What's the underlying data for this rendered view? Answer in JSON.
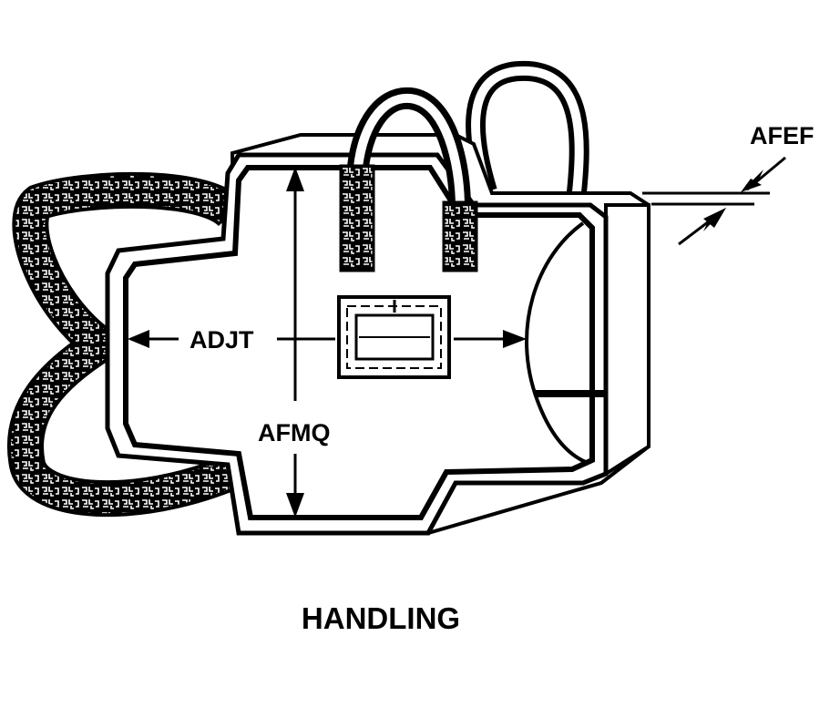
{
  "figure": {
    "caption": "HANDLING",
    "labels": {
      "width": "ADJT",
      "height": "AFMQ",
      "thickness": "AFEF"
    }
  },
  "colors": {
    "ink": "#000000",
    "paper": "#ffffff"
  }
}
